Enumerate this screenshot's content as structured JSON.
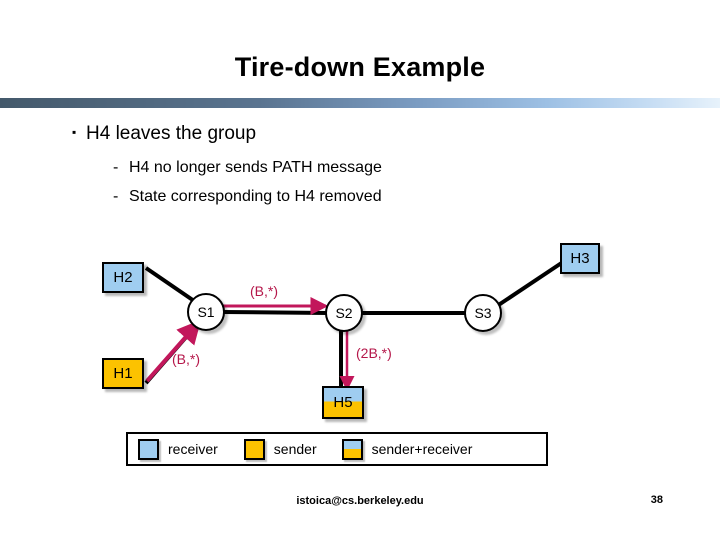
{
  "slide": {
    "title": "Tire-down Example",
    "bullets": [
      {
        "level": 1,
        "marker": "▪",
        "text": "H4 leaves the group"
      },
      {
        "level": 2,
        "marker": "-",
        "text": "H4 no longer sends PATH message"
      },
      {
        "level": 2,
        "marker": "-",
        "text": "State corresponding to H4 removed"
      }
    ]
  },
  "diagram": {
    "hosts": [
      {
        "id": "H2",
        "label": "H2",
        "role": "receiver"
      },
      {
        "id": "H1",
        "label": "H1",
        "role": "sender"
      },
      {
        "id": "H3",
        "label": "H3",
        "role": "receiver"
      },
      {
        "id": "H5",
        "label": "H5",
        "role": "sender+receiver"
      }
    ],
    "routers": [
      {
        "id": "S1",
        "label": "S1"
      },
      {
        "id": "S2",
        "label": "S2"
      },
      {
        "id": "S3",
        "label": "S3"
      }
    ],
    "flow_labels": [
      {
        "id": "b-top",
        "text": "(B,*)"
      },
      {
        "id": "b-left",
        "text": "(B,*)"
      },
      {
        "id": "2b",
        "text": "(2B,*)"
      }
    ],
    "links": [
      {
        "from": "H2",
        "to": "S1",
        "type": "plain"
      },
      {
        "from": "H1",
        "to": "S1",
        "type": "plain"
      },
      {
        "from": "S1",
        "to": "S2",
        "type": "plain"
      },
      {
        "from": "S2",
        "to": "S3",
        "type": "plain"
      },
      {
        "from": "S3",
        "to": "H3",
        "type": "plain"
      },
      {
        "from": "S2",
        "to": "H5",
        "type": "plain"
      },
      {
        "from": "H1",
        "to": "S1",
        "type": "flow-arrow"
      },
      {
        "from": "S1",
        "to": "S2",
        "type": "flow-arrow"
      },
      {
        "from": "S2",
        "to": "H5",
        "type": "flow-arrow"
      }
    ],
    "colors": {
      "receiver": "#9fcdf0",
      "sender": "#fcc200",
      "flow_arrow": "#c2175b",
      "flow_label": "#b5174a",
      "link": "#000000"
    }
  },
  "legend": {
    "items": [
      {
        "swatch": "receiver",
        "label": "receiver"
      },
      {
        "swatch": "sender",
        "label": "sender"
      },
      {
        "swatch": "sender+receiver",
        "label": "sender+receiver"
      }
    ]
  },
  "footer": {
    "email": "istoica@cs.berkeley.edu",
    "page_number": "38"
  }
}
